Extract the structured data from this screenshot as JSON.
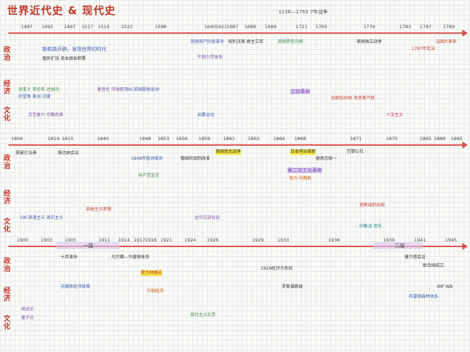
{
  "title": "世界近代史 & 现代史",
  "header_note": "1136—1763 7年战争",
  "row1": {
    "years": [
      "1487",
      "1492",
      "1497",
      "1517",
      "1519",
      "1522",
      "1588",
      "1640",
      "1651",
      "1687",
      "1688",
      "1689",
      "1721",
      "1765",
      "1776",
      "1783",
      "1787",
      "1789"
    ],
    "categories": [
      "政治",
      "经济",
      "文化"
    ],
    "texts": [
      "新航路开辟，发现世界的时代",
      "殖民扩张  资本原始积累",
      "迪亚士  哥伦布  达伽马",
      "好望角  美洲  印度",
      "麦哲伦  环球航行",
      "16C英国圈地运动",
      "英国资产阶级革命",
      "牛顿力学体系",
      "权利法案  君主立宪",
      "英国责任内阁",
      "美国独立战争",
      "1787年宪法",
      "法国大革命",
      "工业革命",
      "珍妮纺纱机  改良蒸汽机",
      "文艺复兴  宗教改革",
      "启蒙运动",
      "人文主义"
    ]
  },
  "row2": {
    "years": [
      "1804",
      "1814",
      "1815",
      "1840",
      "1848",
      "1853",
      "1856",
      "1859",
      "1861",
      "1863",
      "1866",
      "1868",
      "1871",
      "1875",
      "1885",
      "1889",
      "1895"
    ],
    "categories": [
      "政治",
      "经济",
      "文化"
    ],
    "texts": [
      "拿破仑法典",
      "维也纳会议",
      "1848年欧洲革命",
      "共产党宣言",
      "俄国农奴制改革",
      "美国南北战争",
      "日本明治维新",
      "德意志统一",
      "巴黎公社",
      "第二次工业革命",
      "电力  内燃机",
      "垄断组织出现",
      "自由主义思想",
      "19C浪漫主义  现实主义",
      "达尔文进化论",
      "印象派  音乐"
    ]
  },
  "row3": {
    "years": [
      "1900",
      "1903",
      "1905",
      "1911",
      "1914",
      "1917",
      "1918",
      "1921",
      "1924",
      "1926",
      "1929",
      "1933",
      "1936",
      "1939",
      "1941",
      "1945"
    ],
    "categories": [
      "政治",
      "经济",
      "文化"
    ],
    "texts": [
      "一战",
      "十月革命",
      "凡尔赛—华盛顿体系",
      "苏俄新经济政策",
      "1929经济大危机",
      "罗斯福新政",
      "二战",
      "雅尔塔会议",
      "联合国成立",
      "斯大林模式",
      "计划经济",
      "相对论",
      "量子论",
      "现代主义文学",
      "布雷顿森林体系",
      "IMF  WB"
    ]
  }
}
